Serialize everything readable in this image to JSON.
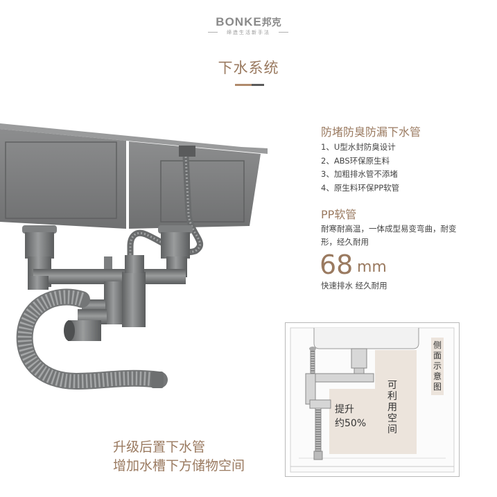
{
  "brand": {
    "name": "BONKE",
    "name_cn": "邦克",
    "tagline": "缔造生活新手法"
  },
  "title": "下水系统",
  "features": {
    "heading": "防堵防臭防漏下水管",
    "items": [
      "1、U型水封防臭设计",
      "2、ABS环保原生料",
      "3、加粗排水管不添堵",
      "4、原生料环保PP软管"
    ]
  },
  "pp": {
    "heading": "PP软管",
    "description": "耐寒耐高温，一体成型易变弯曲，耐变形，经久耐用",
    "size_value": "68",
    "size_unit": "mm",
    "size_note": "快速排水 经久耐用"
  },
  "caption": {
    "line1": "升级后置下水管",
    "line2": "增加水槽下方储物空间"
  },
  "side_diagram": {
    "label": "侧面示意图",
    "space_label": "可利用空间",
    "boost_label": "提升",
    "boost_value": "约50%"
  },
  "colors": {
    "accent": "#9a7a60",
    "accent_bar": "#b08a6c",
    "dark_bar": "#5b5b5b",
    "sink_gray": "#7a7b7c",
    "highlight_panel": "#ece4dc"
  }
}
